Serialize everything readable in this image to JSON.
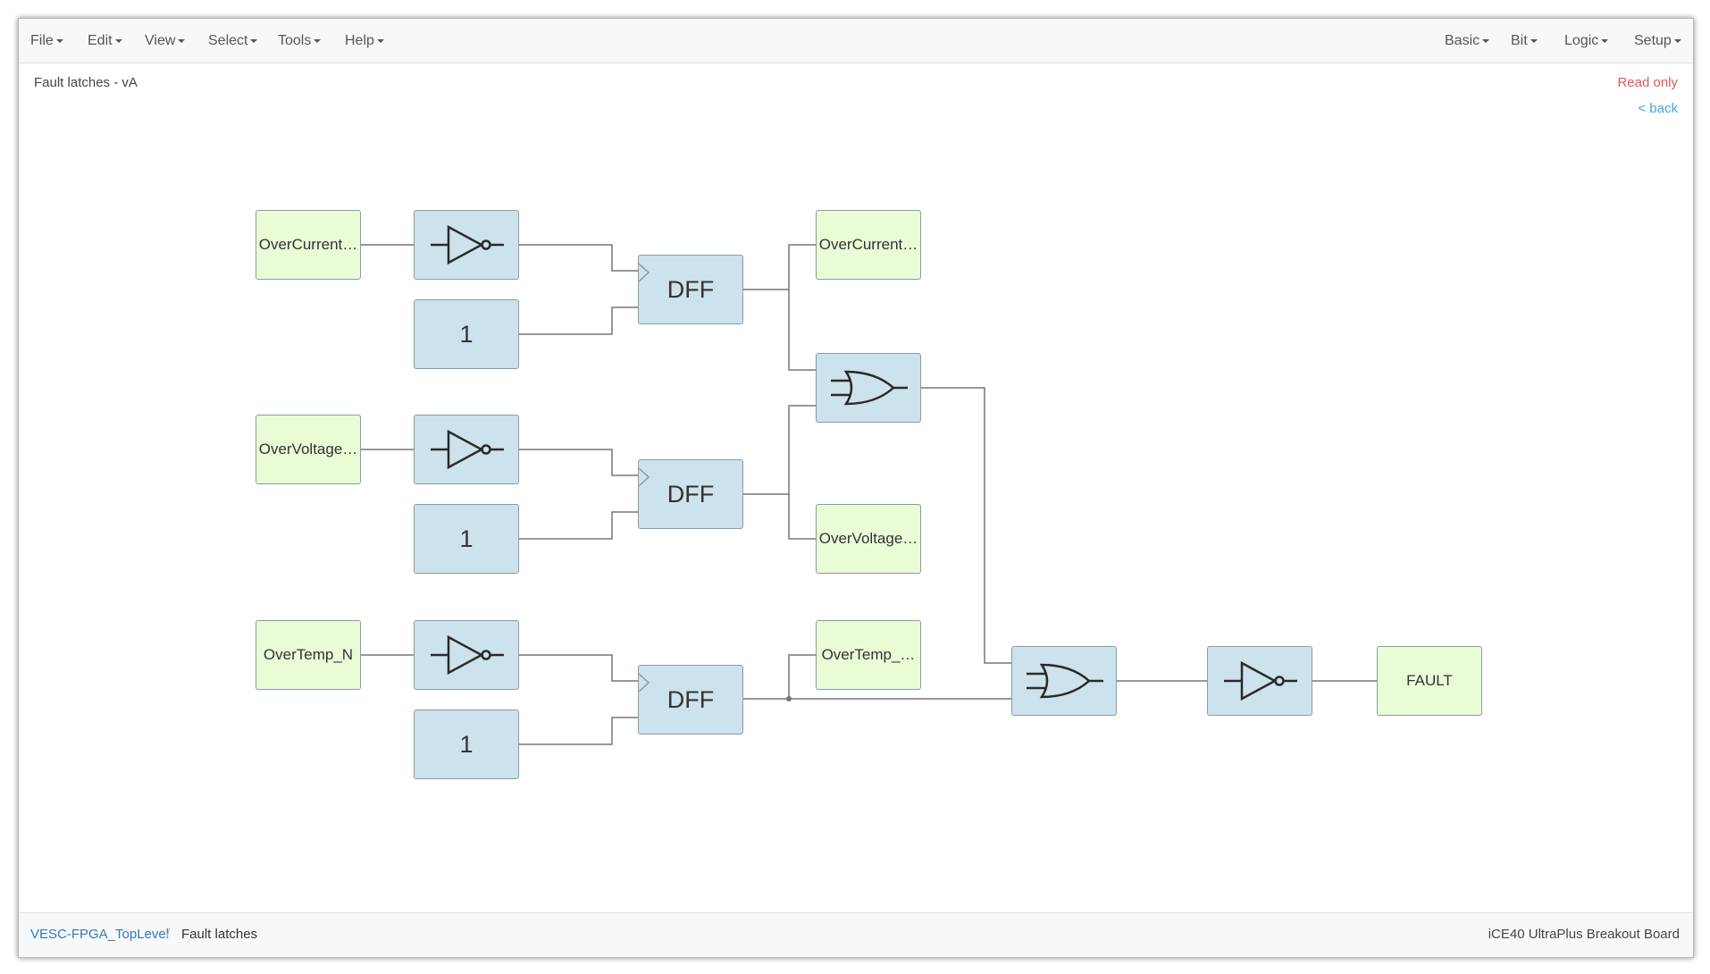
{
  "menu_left": [
    "File",
    "Edit",
    "View",
    "Select",
    "Tools",
    "Help"
  ],
  "menu_right": [
    "Basic",
    "Bit",
    "Logic",
    "Setup"
  ],
  "header": {
    "title": "Fault latches - vA",
    "status": "Read only",
    "back": "< back"
  },
  "blocks": {
    "in1": "OverCurrent…",
    "in2": "OverVoltage…",
    "in3": "OverTemp_N",
    "const1": "1",
    "const2": "1",
    "const3": "1",
    "dff1": "DFF",
    "dff2": "DFF",
    "dff3": "DFF",
    "out1": "OverCurrent…",
    "out2": "OverVoltage…",
    "out3": "OverTemp_…",
    "fault": "FAULT"
  },
  "icons": {
    "not": "not-gate-icon",
    "or": "or-gate-icon",
    "clock": "clock-input-icon"
  },
  "colors": {
    "io_block": "#e9fcd6",
    "logic_block": "#cce2ed",
    "wire": "#777777",
    "read_only": "#e0535a",
    "link": "#337ab7"
  },
  "footer": {
    "crumb_parent": "VESC-FPGA_TopLevel",
    "crumb_separator": "/",
    "crumb_current": "Fault latches",
    "board": "iCE40 UltraPlus Breakout Board"
  }
}
